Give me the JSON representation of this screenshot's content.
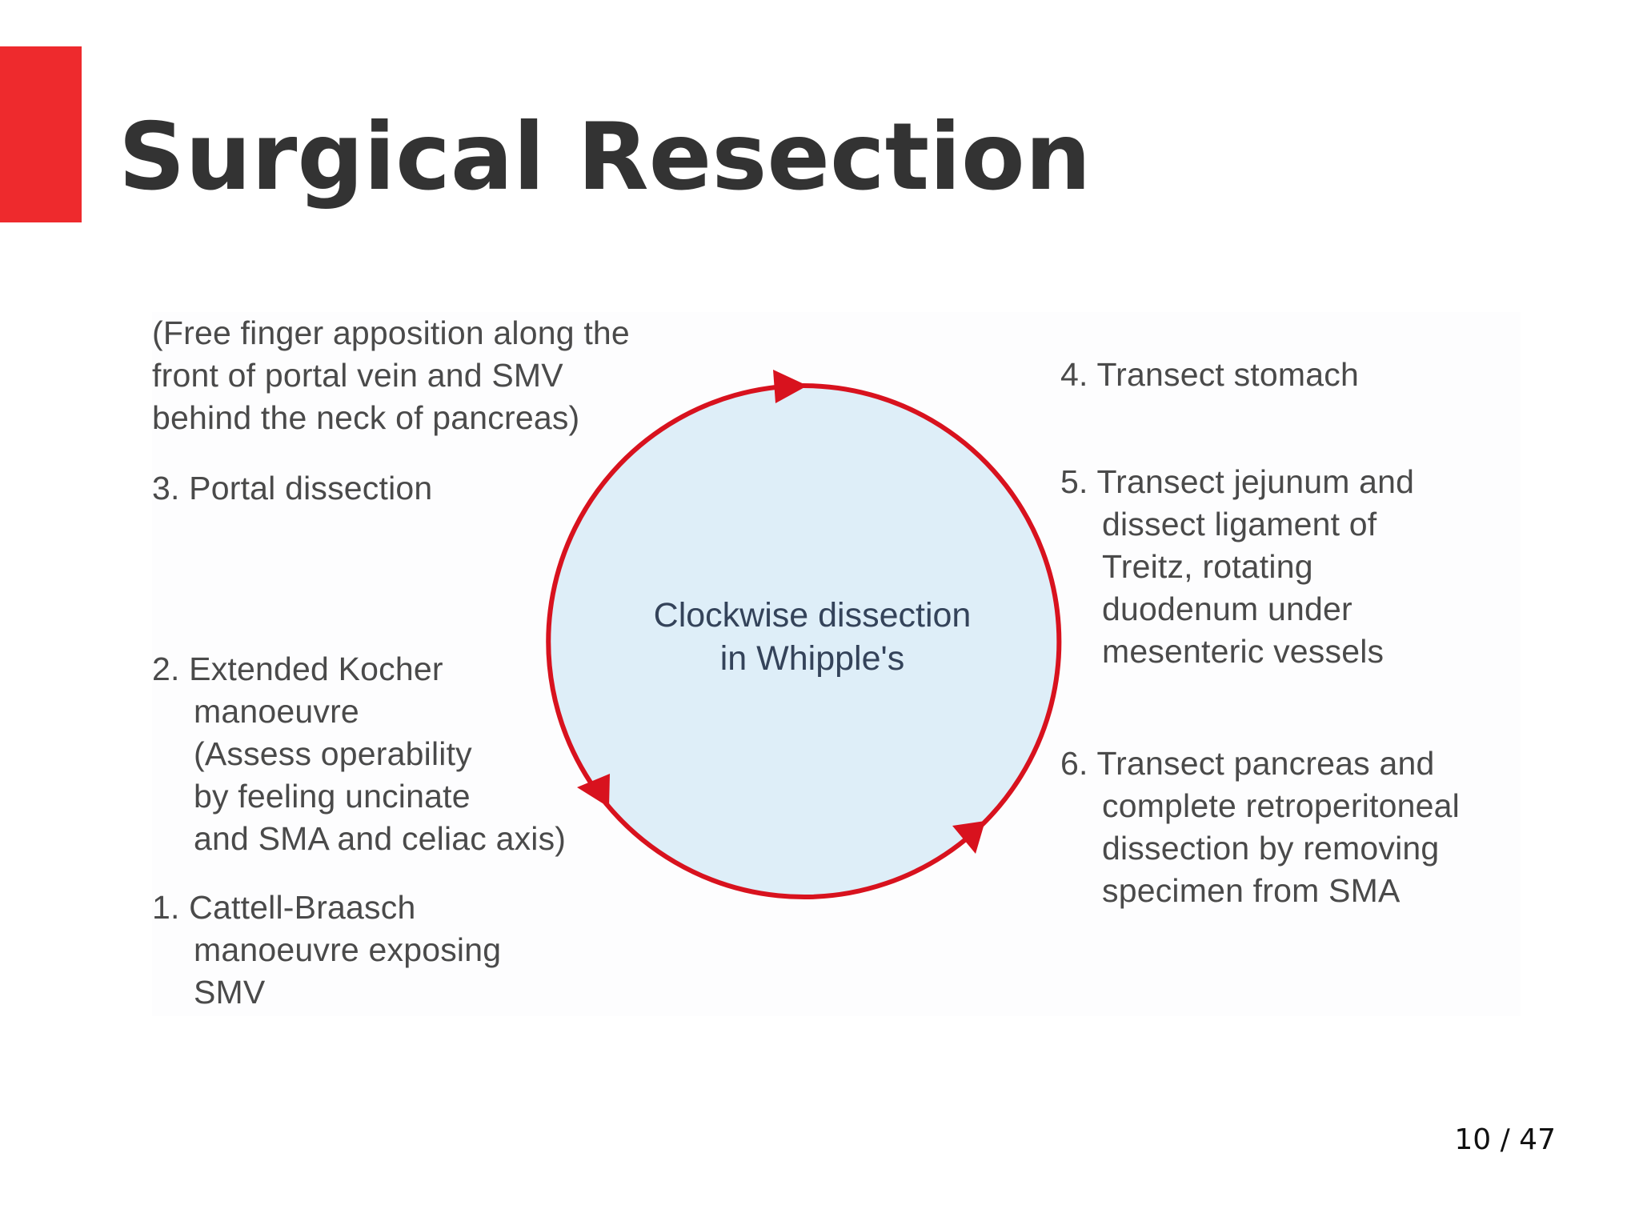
{
  "slide": {
    "title": "Surgical Resection",
    "page_number": "10 / 47",
    "accent_color": "#ee2a2d"
  },
  "diagram": {
    "center_label": [
      "Clockwise dissection",
      "in Whipple's"
    ],
    "circle_fill": "#deeef8",
    "arrow_color": "#d8121e",
    "arrow_direction": "clockwise",
    "notes": [
      [
        "(Free finger apposition along the",
        "front of portal vein and SMV",
        "behind the neck of pancreas)"
      ]
    ],
    "steps": [
      {
        "lines": [
          "1. Cattell-Braasch",
          "manoeuvre exposing",
          "SMV"
        ]
      },
      {
        "lines": [
          "2. Extended Kocher",
          "manoeuvre",
          "(Assess operability",
          "by feeling uncinate",
          "and SMA and celiac axis)"
        ]
      },
      {
        "lines": [
          "3. Portal dissection"
        ]
      },
      {
        "lines": [
          "4. Transect stomach"
        ]
      },
      {
        "lines": [
          "5. Transect jejunum and",
          "dissect ligament of",
          "Treitz, rotating",
          "duodenum under",
          "mesenteric vessels"
        ]
      },
      {
        "lines": [
          "6. Transect pancreas and",
          "complete retroperitoneal",
          "dissection by removing",
          "specimen from SMA"
        ]
      }
    ]
  }
}
